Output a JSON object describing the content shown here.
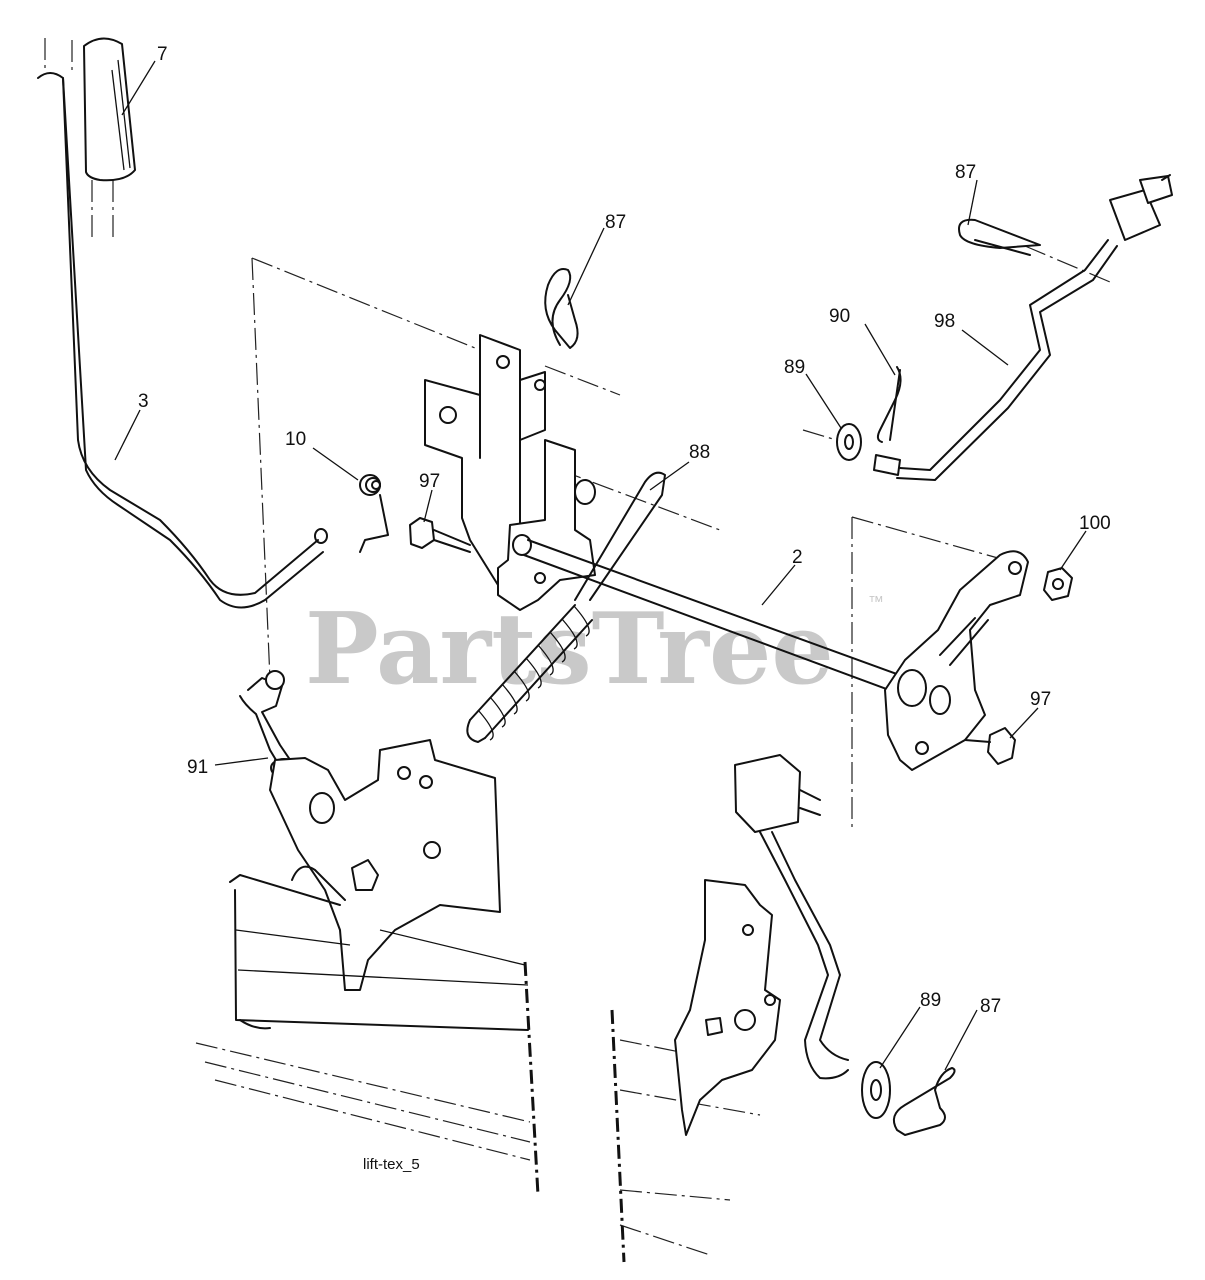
{
  "watermark": {
    "text": "PartsTree",
    "trademark": "™"
  },
  "caption": "lift-tex_5",
  "callouts": [
    {
      "id": "c7",
      "text": "7"
    },
    {
      "id": "c87a",
      "text": "87"
    },
    {
      "id": "c87b",
      "text": "87"
    },
    {
      "id": "c90",
      "text": "90"
    },
    {
      "id": "c98",
      "text": "98"
    },
    {
      "id": "c89a",
      "text": "89"
    },
    {
      "id": "c3",
      "text": "3"
    },
    {
      "id": "c10",
      "text": "10"
    },
    {
      "id": "c97a",
      "text": "97"
    },
    {
      "id": "c88",
      "text": "88"
    },
    {
      "id": "c2",
      "text": "2"
    },
    {
      "id": "c100",
      "text": "100"
    },
    {
      "id": "c97b",
      "text": "97"
    },
    {
      "id": "c91",
      "text": "91"
    },
    {
      "id": "c89b",
      "text": "89"
    },
    {
      "id": "c87c",
      "text": "87"
    }
  ]
}
